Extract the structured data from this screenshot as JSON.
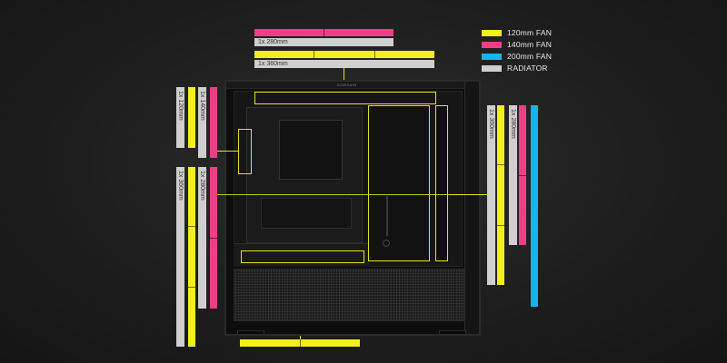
{
  "legend": [
    {
      "label": "120mm FAN",
      "color": "#f2ef1c"
    },
    {
      "label": "140mm FAN",
      "color": "#ee3f86"
    },
    {
      "label": "200mm FAN",
      "color": "#12b5ec"
    },
    {
      "label": "RADIATOR",
      "color": "#cfcfcf"
    }
  ],
  "labels": {
    "top_280": "1x 280mm",
    "top_360": "1x 360mm",
    "front_120": "1x 120mm",
    "front_140": "1x 140mm",
    "bottom_360": "1x 360mm",
    "bottom_280": "1x 280mm",
    "side_360": "1x 360mm",
    "side_280": "1x 280mm"
  },
  "brand": "CORSAIR",
  "colors": {
    "fan120": "#f2ef1c",
    "fan140": "#ee3f86",
    "fan200": "#12b5ec",
    "radiator": "#cfcfcf"
  }
}
